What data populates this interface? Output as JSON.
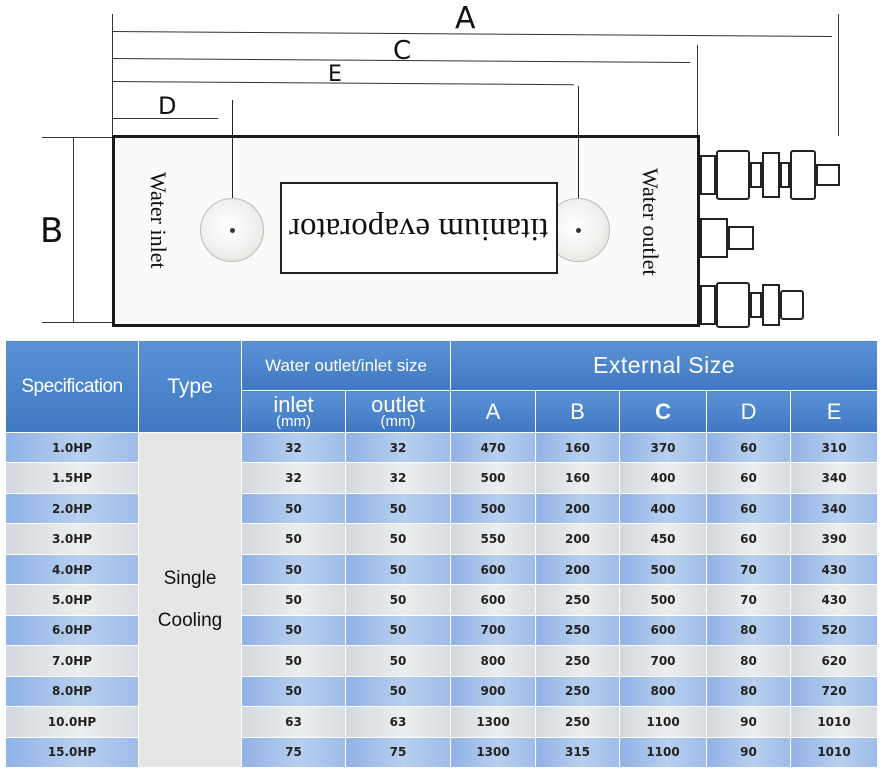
{
  "diagram": {
    "dimension_labels": {
      "a": "A",
      "b": "B",
      "c": "C",
      "d": "D",
      "e": "E"
    },
    "water_inlet": "Water inlet",
    "water_outlet": "Water outlet",
    "product_name": "titanium evaporator"
  },
  "table": {
    "header": {
      "specification": "Specification",
      "type": "Type",
      "water_size": "Water outlet/inlet size",
      "external_size": "External Size",
      "inlet": "inlet",
      "inlet_unit": "(mm)",
      "outlet": "outlet",
      "outlet_unit": "(mm)",
      "cols": [
        "A",
        "B",
        "C",
        "D",
        "E"
      ]
    },
    "type_value": "Single Cooling",
    "rows": [
      {
        "spec": "1.0HP",
        "inlet": "32",
        "outlet": "32",
        "a": "470",
        "b": "160",
        "c": "370",
        "d": "60",
        "e": "310"
      },
      {
        "spec": "1.5HP",
        "inlet": "32",
        "outlet": "32",
        "a": "500",
        "b": "160",
        "c": "400",
        "d": "60",
        "e": "340"
      },
      {
        "spec": "2.0HP",
        "inlet": "50",
        "outlet": "50",
        "a": "500",
        "b": "200",
        "c": "400",
        "d": "60",
        "e": "340"
      },
      {
        "spec": "3.0HP",
        "inlet": "50",
        "outlet": "50",
        "a": "550",
        "b": "200",
        "c": "450",
        "d": "60",
        "e": "390"
      },
      {
        "spec": "4.0HP",
        "inlet": "50",
        "outlet": "50",
        "a": "600",
        "b": "200",
        "c": "500",
        "d": "70",
        "e": "430"
      },
      {
        "spec": "5.0HP",
        "inlet": "50",
        "outlet": "50",
        "a": "600",
        "b": "250",
        "c": "500",
        "d": "70",
        "e": "430"
      },
      {
        "spec": "6.0HP",
        "inlet": "50",
        "outlet": "50",
        "a": "700",
        "b": "250",
        "c": "600",
        "d": "80",
        "e": "520"
      },
      {
        "spec": "7.0HP",
        "inlet": "50",
        "outlet": "50",
        "a": "800",
        "b": "250",
        "c": "700",
        "d": "80",
        "e": "620"
      },
      {
        "spec": "8.0HP",
        "inlet": "50",
        "outlet": "50",
        "a": "900",
        "b": "250",
        "c": "800",
        "d": "80",
        "e": "720"
      },
      {
        "spec": "10.0HP",
        "inlet": "63",
        "outlet": "63",
        "a": "1300",
        "b": "250",
        "c": "1100",
        "d": "90",
        "e": "1010"
      },
      {
        "spec": "15.0HP",
        "inlet": "75",
        "outlet": "75",
        "a": "1300",
        "b": "315",
        "c": "1100",
        "d": "90",
        "e": "1010"
      }
    ]
  }
}
